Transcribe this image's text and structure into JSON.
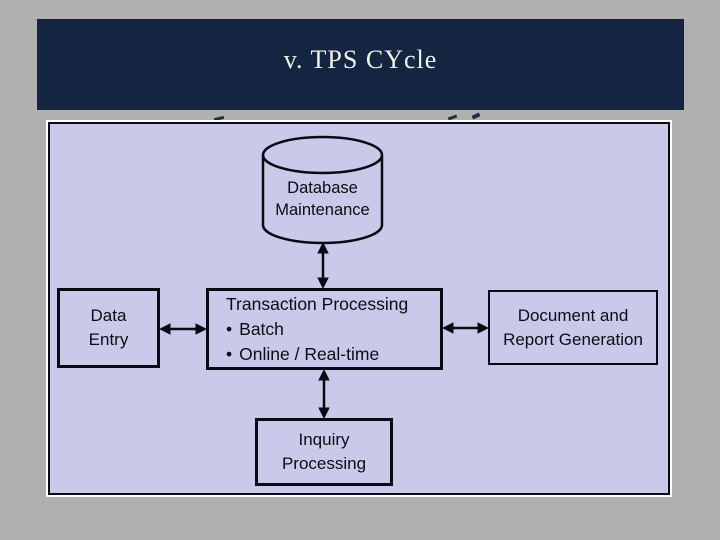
{
  "colors": {
    "page_background": "#b0b0b0",
    "title_bar_background": "#132540",
    "title_text": "#f3f0e6",
    "diagram_background": "#cac9e9",
    "diagram_line": "#0a0a12"
  },
  "slide": {
    "title": "v. TPS CYcle"
  },
  "diagram": {
    "bullet_glyph": "•",
    "nodes": {
      "database": {
        "line1": "Database",
        "line2": "Maintenance"
      },
      "transaction": {
        "title": "Transaction Processing",
        "bullets": [
          "Batch",
          "Online / Real-time"
        ]
      },
      "data_entry": {
        "line1": "Data",
        "line2": "Entry"
      },
      "document": {
        "line1": "Document and",
        "line2": "Report Generation"
      },
      "inquiry": {
        "line1": "Inquiry",
        "line2": "Processing"
      }
    }
  }
}
